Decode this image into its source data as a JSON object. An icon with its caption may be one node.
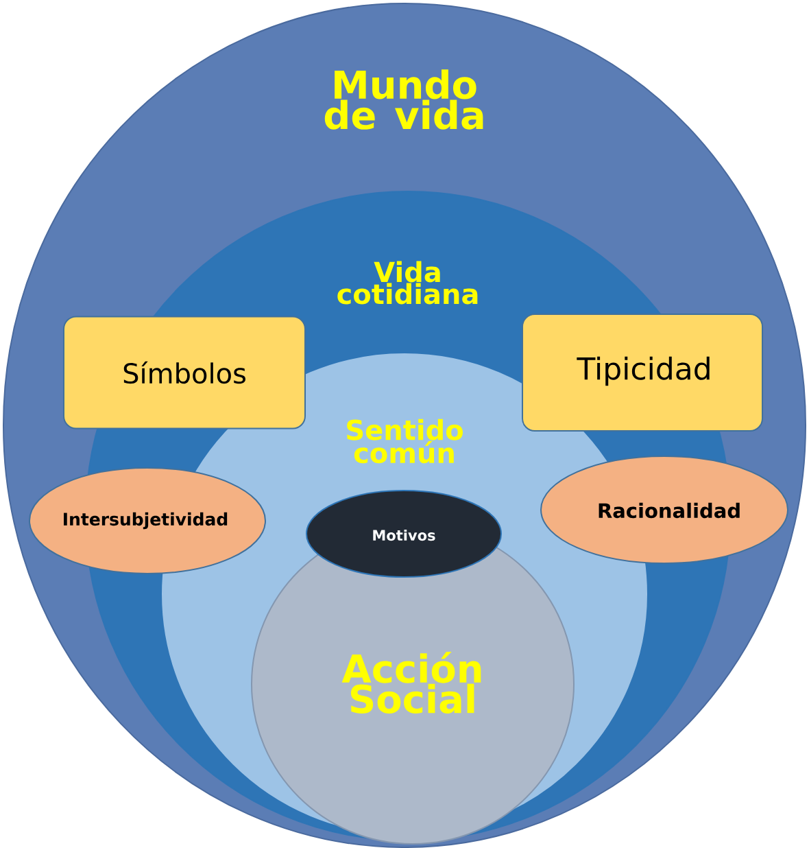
{
  "diagram": {
    "nodes": [
      {
        "text": [
          "Mundo de vida"
        ]
      },
      {
        "text": [
          "Vida cotidiana"
        ],
        "in": 0
      },
      {
        "text": [
          "Sentido común"
        ],
        "in": 1
      },
      {
        "text": [
          "Acción Social"
        ],
        "in": 2
      },
      {
        "text": [
          "Motivos"
        ],
        "in": 2
      },
      {
        "text": [
          "Símbolos"
        ],
        "in": 0
      },
      {
        "text": [
          "Tipicidad"
        ],
        "in": 0
      },
      {
        "text": [
          "Intersubjetividad"
        ],
        "in": 0
      },
      {
        "text": [
          "Racionalidad"
        ],
        "in": 0
      }
    ]
  }
}
